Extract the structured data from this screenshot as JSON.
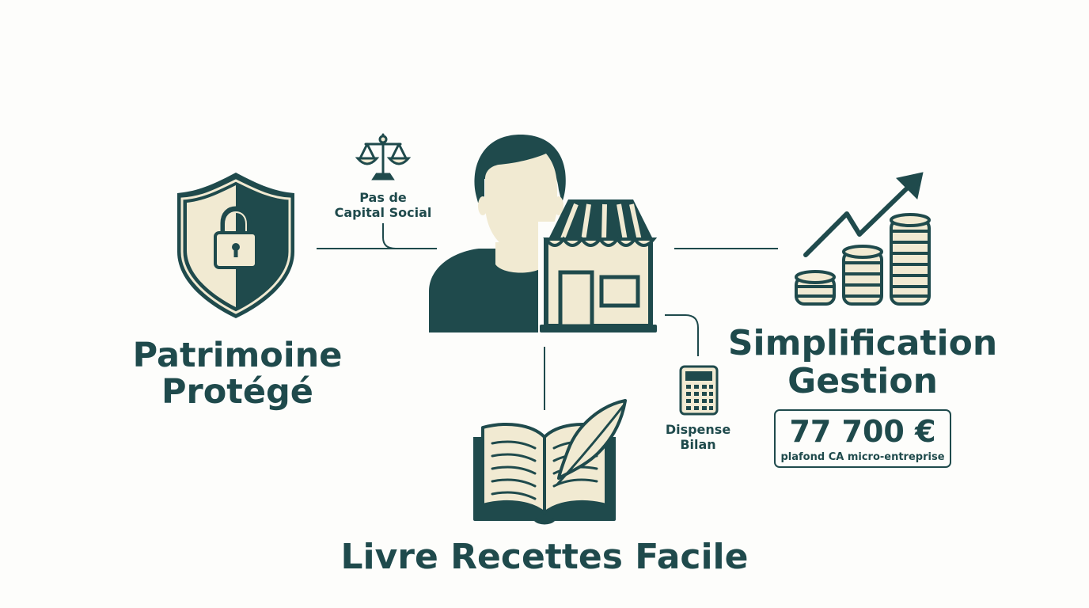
{
  "colors": {
    "dark": "#1f4a4c",
    "cream": "#f1ead2",
    "background": "#fdfdfb"
  },
  "nodes": {
    "patrimoine": {
      "line1": "Patrimoine",
      "line2": "Protégé",
      "icon": "shield-lock-icon"
    },
    "capital": {
      "line1": "Pas de",
      "line2": "Capital Social",
      "icon": "scales-icon"
    },
    "center": {
      "icon": "entrepreneur-shop-icon"
    },
    "livre": {
      "label": "Livre Recettes Facile",
      "icon": "book-quill-icon"
    },
    "bilan": {
      "line1": "Dispense",
      "line2": "Bilan",
      "icon": "calculator-icon"
    },
    "gestion": {
      "line1": "Simplification",
      "line2": "Gestion",
      "icon": "coins-growth-icon",
      "amount": "77 700 €",
      "caption": "plafond CA micro-entreprise"
    }
  }
}
